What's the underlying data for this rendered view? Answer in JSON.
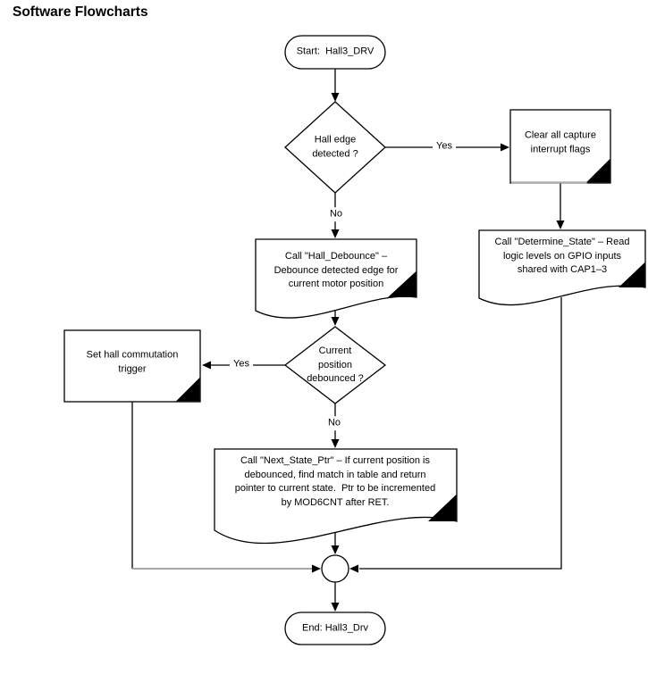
{
  "page": {
    "title": "Software Flowcharts",
    "background_color": "#ffffff",
    "ink_color": "#000000",
    "muted_line_color": "#a8a8a8"
  },
  "flowchart": {
    "nodes": {
      "start": {
        "type": "terminator",
        "label": "Start:  Hall3_DRV"
      },
      "hall_edge_decision": {
        "type": "decision",
        "label": "Hall edge\ndetected ?"
      },
      "clear_capture_flags": {
        "type": "process-with-fold",
        "label": "Clear all capture\ninterrupt flags"
      },
      "determine_state": {
        "type": "document-with-fold",
        "label": "Call \"Determine_State\" – Read\nlogic levels on GPIO inputs\nshared with CAP1–3"
      },
      "hall_debounce": {
        "type": "document-with-fold",
        "label": "Call \"Hall_Debounce\" –\nDebounce detected edge for\ncurrent motor position"
      },
      "position_debounced_decision": {
        "type": "decision",
        "label": "Current\nposition\ndebounced ?"
      },
      "set_hall_commutation_trigger": {
        "type": "process-with-fold",
        "label": "Set hall commutation\ntrigger"
      },
      "next_state_ptr": {
        "type": "document-with-fold",
        "label": "Call \"Next_State_Ptr\" – If current position is\ndebounced, find match in table and return\npointer to current state.  Ptr to be incremented\nby MOD6CNT after RET."
      },
      "junction": {
        "type": "connector-circle",
        "label": ""
      },
      "end": {
        "type": "terminator",
        "label": "End: Hall3_Drv"
      }
    },
    "edge_labels": {
      "hall_edge_yes": "Yes",
      "hall_edge_no": "No",
      "position_debounced_yes": "Yes",
      "position_debounced_no": "No"
    }
  }
}
